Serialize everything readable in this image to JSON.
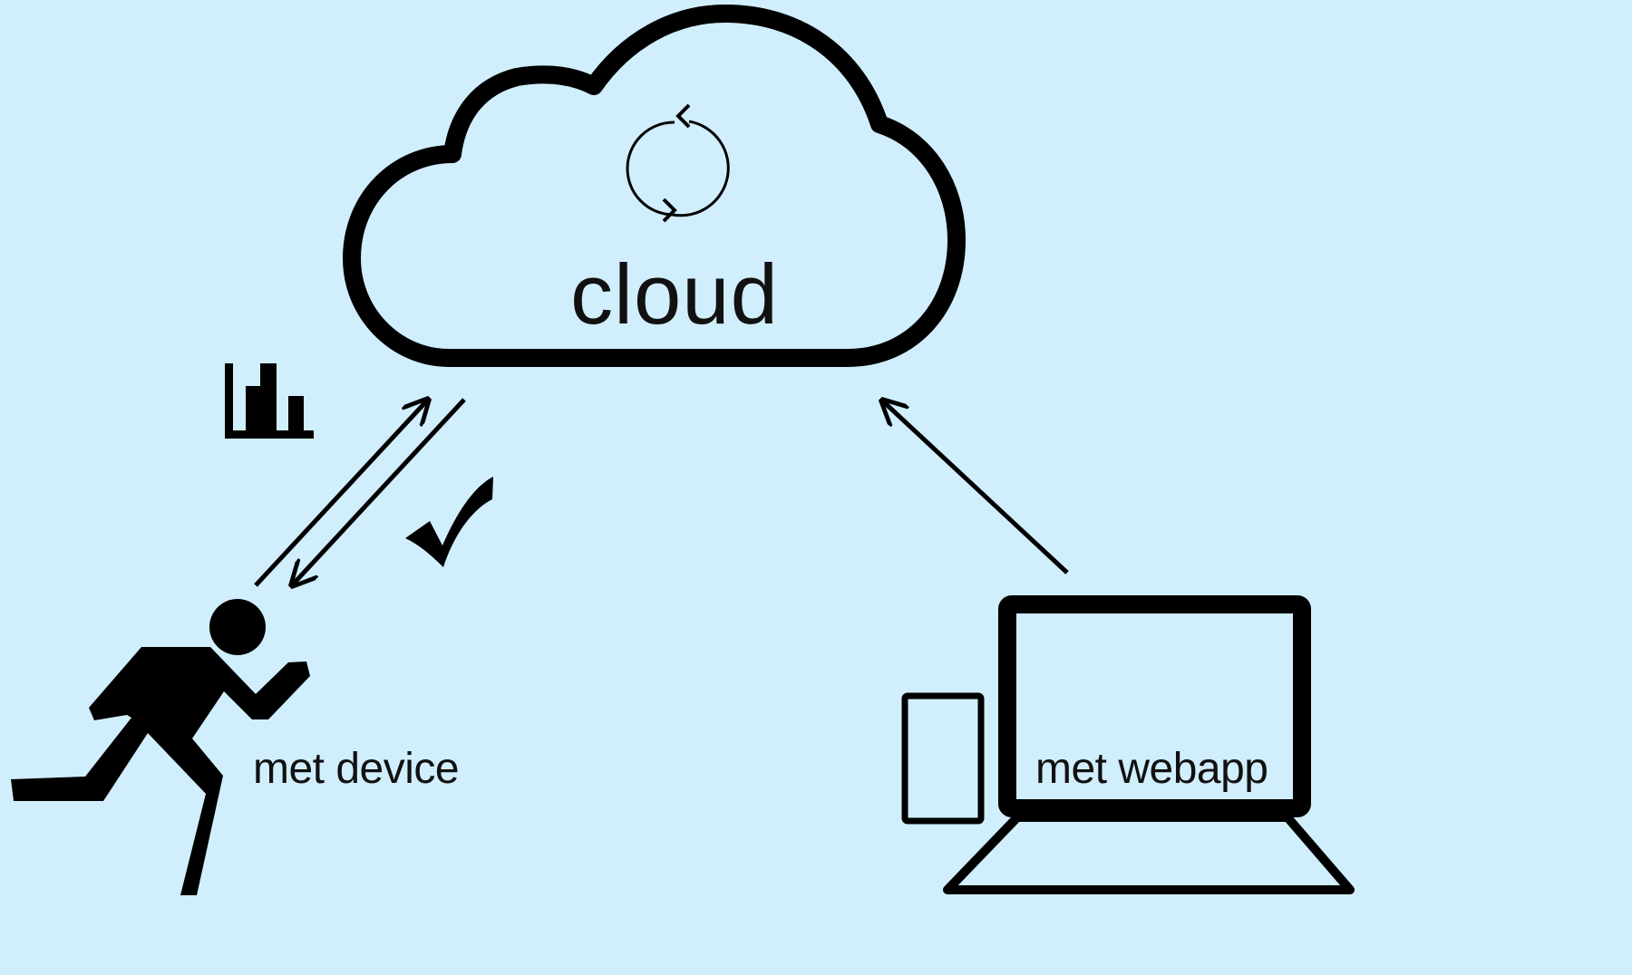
{
  "background_color": "#d1eefd",
  "line_color": "#000000",
  "text_color": "#111111",
  "cloud": {
    "label": "cloud",
    "icon": "sync-icon"
  },
  "device_node": {
    "label": "met device",
    "icon": "running-person-icon"
  },
  "webapp_node": {
    "label": "met webapp",
    "icons": [
      "laptop-icon",
      "tablet-icon"
    ]
  },
  "annotations": {
    "upload_icon": "bar-chart-icon",
    "confirmation_icon": "checkmark-icon"
  }
}
